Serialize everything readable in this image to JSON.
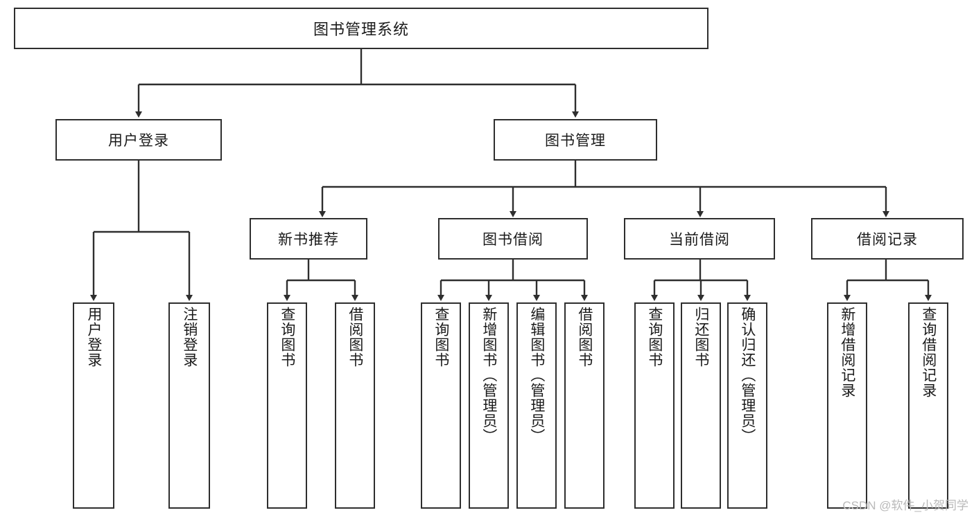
{
  "diagram": {
    "title": "图书管理系统",
    "type": "hierarchy-tree",
    "colors": {
      "stroke": "#2e2e2e",
      "node_fill": "#ffffff",
      "background": "#ffffff",
      "watermark": "#b9b9b9"
    },
    "watermark": "CSDN @软件_小贺同学",
    "root": {
      "label": "图书管理系统"
    },
    "level1": [
      {
        "label": "用户登录"
      },
      {
        "label": "图书管理"
      }
    ],
    "level2": [
      {
        "label": "新书推荐"
      },
      {
        "label": "图书借阅"
      },
      {
        "label": "当前借阅"
      },
      {
        "label": "借阅记录"
      }
    ],
    "leaves": {
      "user_login": [
        {
          "label": "用户登录"
        },
        {
          "label": "注销登录"
        }
      ],
      "new_book": [
        {
          "label": "查询图书"
        },
        {
          "label": "借阅图书"
        }
      ],
      "book_borrow": [
        {
          "label": "查询图书"
        },
        {
          "label": "新增图书（管理员）"
        },
        {
          "label": "编辑图书（管理员）"
        },
        {
          "label": "借阅图书"
        }
      ],
      "current_borrow": [
        {
          "label": "查询图书"
        },
        {
          "label": "归还图书"
        },
        {
          "label": "确认归还（管理员）"
        }
      ],
      "borrow_record": [
        {
          "label": "新增借阅记录"
        },
        {
          "label": "查询借阅记录"
        }
      ]
    }
  }
}
